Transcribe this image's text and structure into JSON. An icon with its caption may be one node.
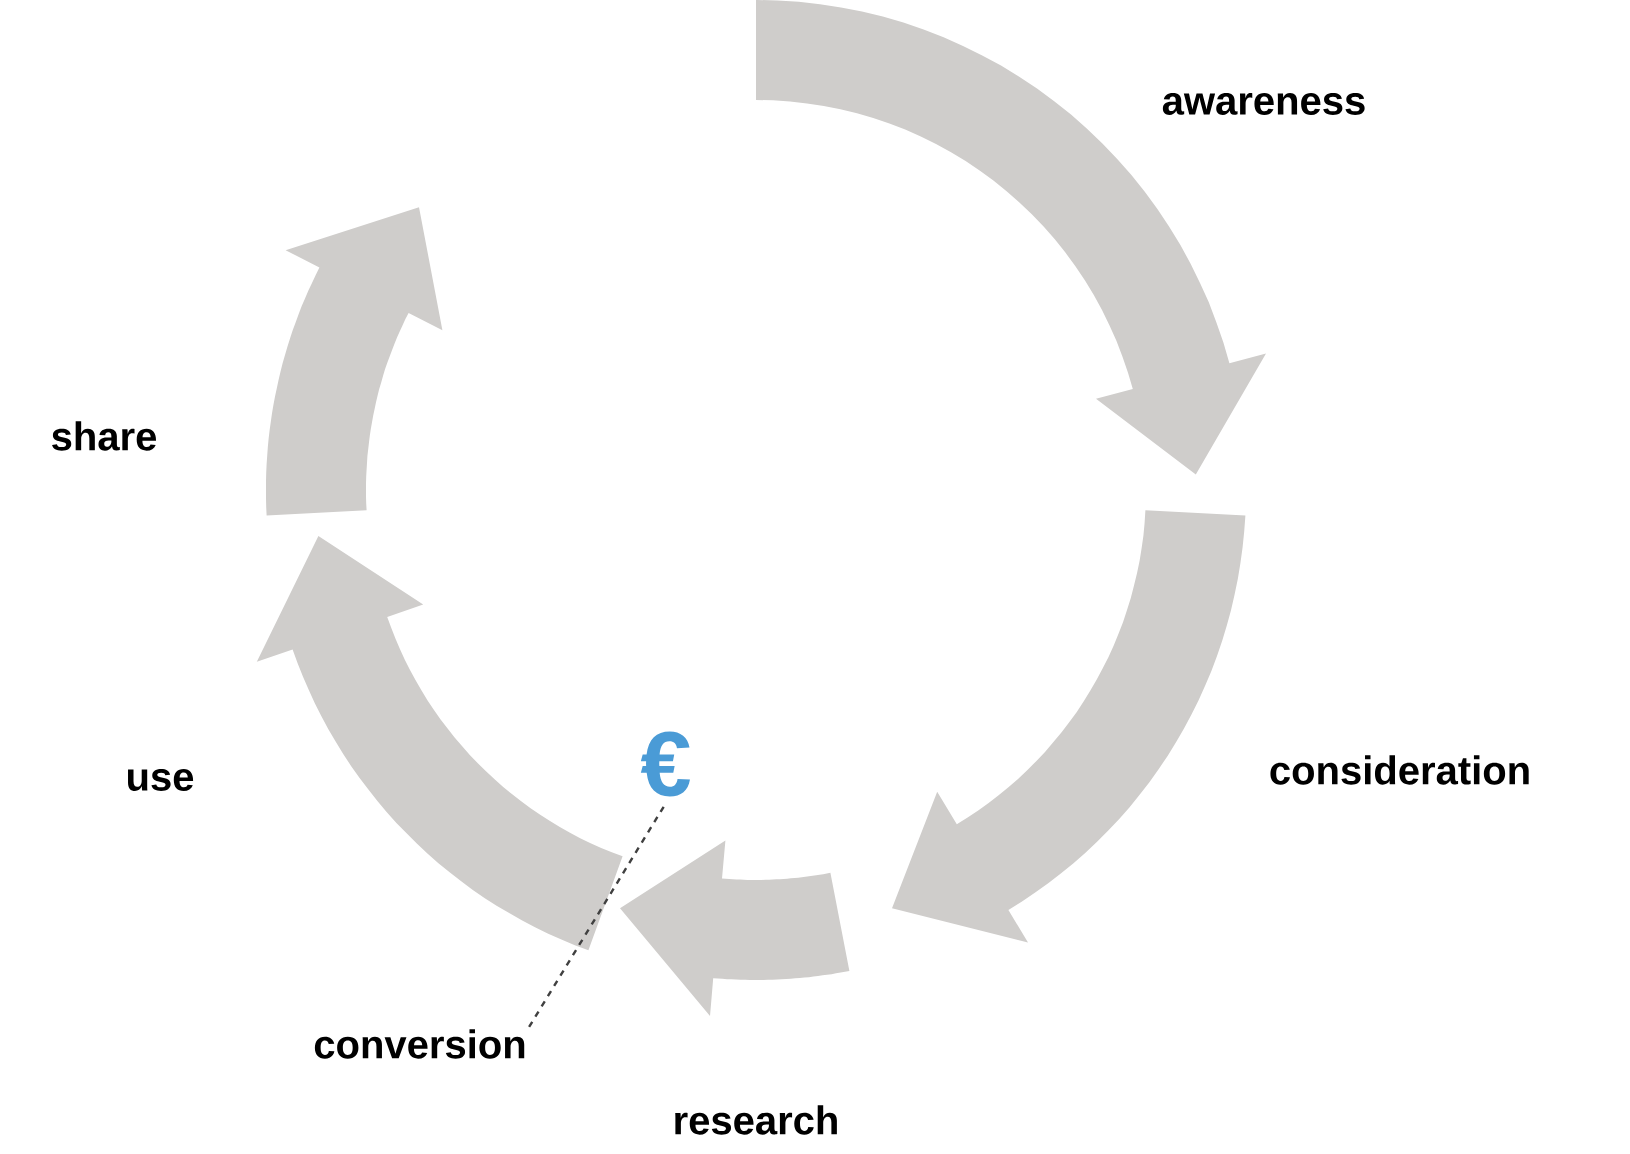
{
  "diagram": {
    "nodes": [
      {
        "text": [
          "conversion"
        ]
      },
      {
        "text": [
          "€"
        ]
      }
    ],
    "edges": [
      {
        "from": 0,
        "to": 1,
        "arrow": "none",
        "style": "dashed"
      }
    ],
    "labels": [
      "awareness",
      "share",
      "consideration",
      "use",
      "research"
    ]
  }
}
